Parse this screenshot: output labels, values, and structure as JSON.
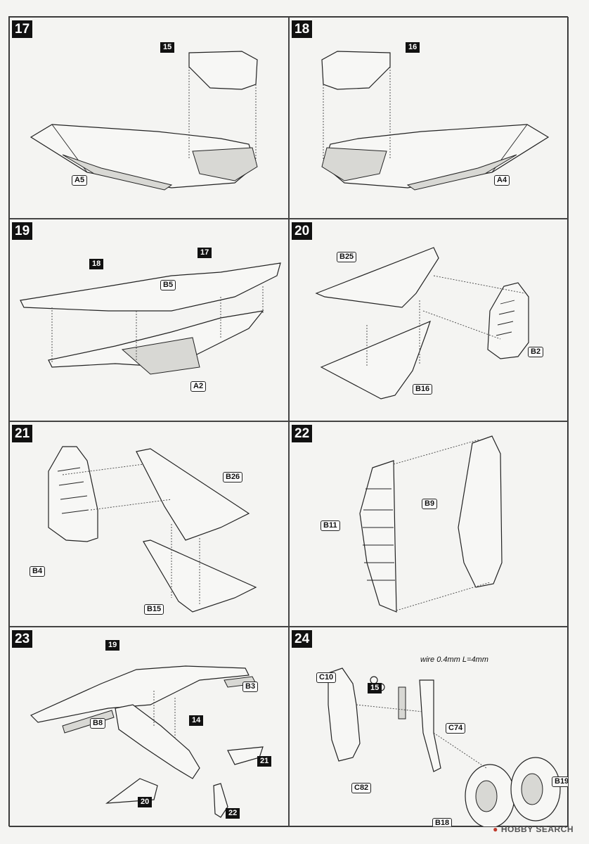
{
  "steps": [
    {
      "number": "17",
      "labels": {
        "a": "15",
        "b": "A5"
      }
    },
    {
      "number": "18",
      "labels": {
        "a": "16",
        "b": "A4"
      }
    },
    {
      "number": "19",
      "labels": {
        "a": "18",
        "b": "17",
        "c": "B5",
        "d": "A2"
      }
    },
    {
      "number": "20",
      "labels": {
        "a": "B25",
        "b": "B2",
        "c": "B16"
      }
    },
    {
      "number": "21",
      "labels": {
        "a": "B26",
        "b": "B4",
        "c": "B15"
      }
    },
    {
      "number": "22",
      "labels": {
        "a": "B9",
        "b": "B11"
      }
    },
    {
      "number": "23",
      "labels": {
        "a": "19",
        "b": "B3",
        "c": "B8",
        "d": "14",
        "e": "21",
        "f": "20",
        "g": "22"
      }
    },
    {
      "number": "24",
      "labels": {
        "a": "C10",
        "b": "15",
        "c": "C74",
        "d": "C82",
        "e": "B19",
        "f": "B18"
      },
      "note": "wire 0.4mm L=4mm"
    }
  ],
  "watermark": {
    "icon": "hobby-search-logo-icon",
    "text": "HOBBY SEARCH"
  }
}
